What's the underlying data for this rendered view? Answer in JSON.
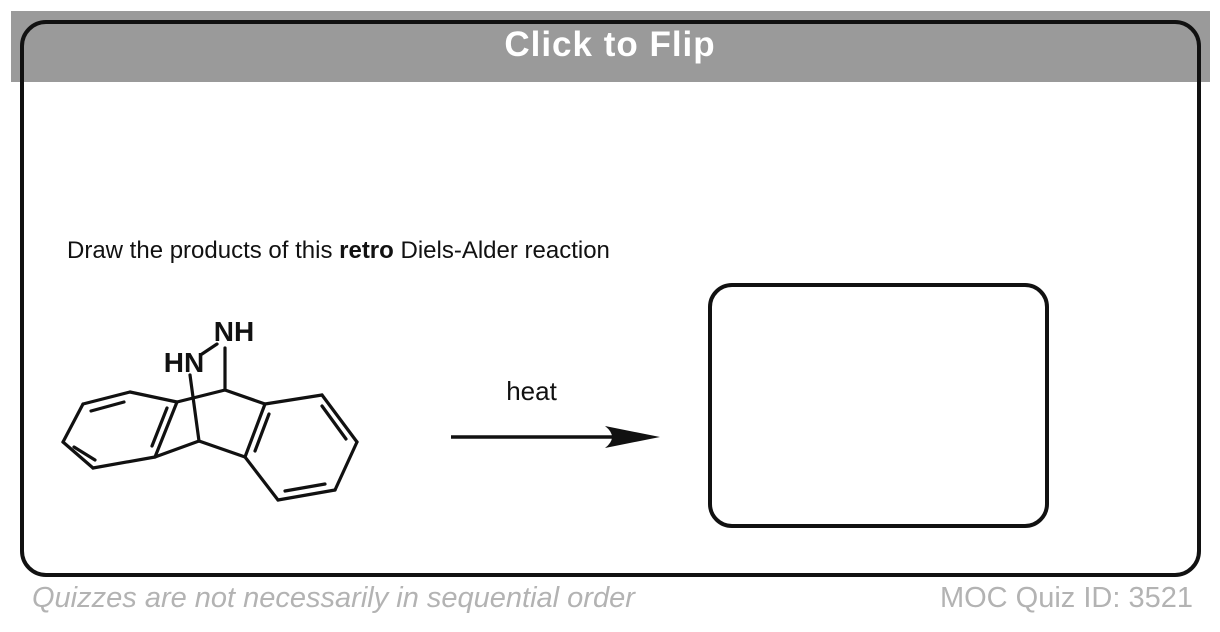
{
  "banner": {
    "label": "Click to Flip"
  },
  "question": {
    "before": "Draw the products of this ",
    "emphasis": "retro",
    "after": " Diels-Alder reaction"
  },
  "reaction": {
    "condition": "heat",
    "molecule_labels": {
      "top": "NH",
      "left": "HN"
    }
  },
  "footer": {
    "note": "Quizzes are not necessarily in sequential order",
    "quiz_id": "MOC Quiz ID: 3521"
  },
  "colors": {
    "banner_gray": "#9a9a9a",
    "banner_text": "#ffffff",
    "ink": "#111111",
    "footer_gray": "#b3b3b3"
  }
}
